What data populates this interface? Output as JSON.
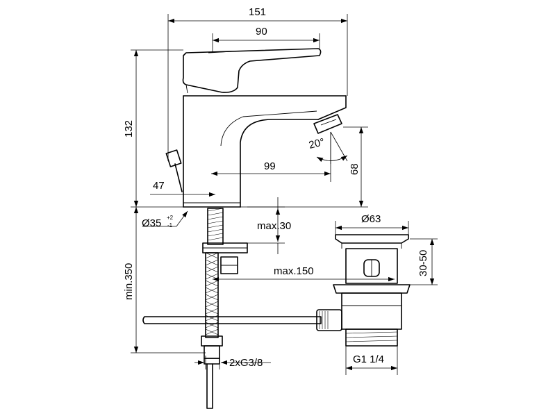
{
  "dimensions": {
    "overall_width": "151",
    "handle_width": "90",
    "overall_height": "132",
    "spout_reach": "99",
    "spout_height": "68",
    "mount_offset": "47",
    "spout_angle": "20°",
    "hole_diameter_main": "Ø35",
    "hole_tol_plus": "+2",
    "hole_tol_minus": "-1",
    "max_deck_thickness": "max.30",
    "min_hose_length": "min.350",
    "max_rod_travel": "max.150",
    "connection_thread": "2xG3/8",
    "waste_diameter": "Ø63",
    "waste_height": "30-50",
    "waste_thread": "G1 1/4"
  }
}
